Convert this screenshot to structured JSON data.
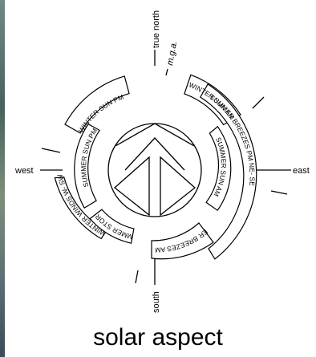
{
  "title": "solar aspect",
  "compass": {
    "north": "true north",
    "magnetic": "m.g.a.",
    "east": "east",
    "west": "west",
    "south": "south"
  },
  "segments": {
    "winter_sun_pm": "WINTER SUN PM",
    "summer_sun_pm": "SUMMER SUN PM",
    "winter_winds": "WINTER WINDS W- SW",
    "summer_storms": "SUMMER STORMS",
    "summer_breezes_am": "SUMMER BREEZES AM  S- SE",
    "winter_sun_am": "WINTER SUN AM",
    "summer_sun_am": "SUMMER SUN AM",
    "summer_breezes_pm": "SUMMER BREEZES PM NE- SE"
  }
}
